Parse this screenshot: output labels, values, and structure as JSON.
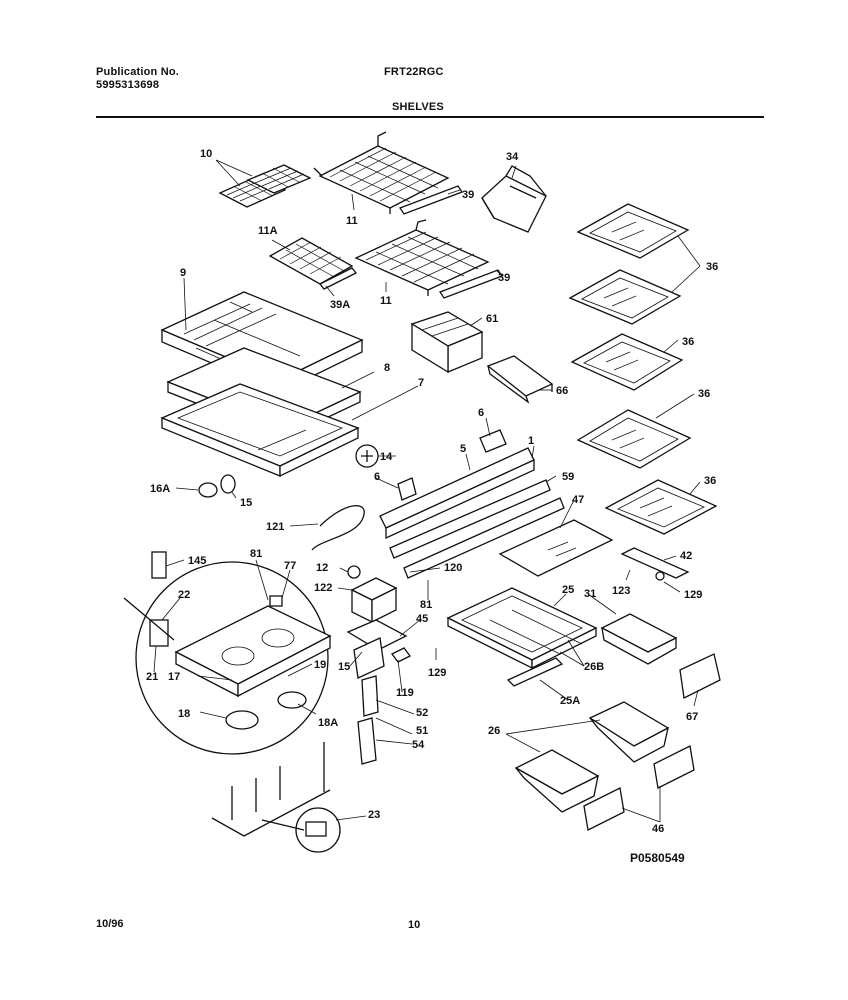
{
  "header": {
    "publication_label": "Publication No.",
    "publication_number": "5995313698",
    "model": "FRT22RGC",
    "section_title": "SHELVES"
  },
  "footer": {
    "date": "10/96",
    "page": "10",
    "diagram_code": "P0580549"
  },
  "callouts": {
    "c10": "10",
    "c11a": "11",
    "c34": "34",
    "c39a": "39",
    "c11A": "11A",
    "c11b": "11",
    "c39b": "39",
    "c36a": "36",
    "c9": "9",
    "c39A": "39A",
    "c61a": "61",
    "c8": "8",
    "c66": "66",
    "c36b": "36",
    "c7": "7",
    "c36c": "36",
    "c6a": "6",
    "c14": "14",
    "c5": "5",
    "c1": "1",
    "c59": "59",
    "c16A": "16A",
    "c15a": "15",
    "c6b": "6",
    "c36d": "36",
    "c47": "47",
    "c121": "121",
    "c42": "42",
    "c145": "145",
    "c81a": "81",
    "c77": "77",
    "c12": "12",
    "c120": "120",
    "c123": "123",
    "c129a": "129",
    "c122": "122",
    "c22": "22",
    "c81b": "81",
    "c25": "25",
    "c31": "31",
    "c45": "45",
    "c19": "19",
    "c15b": "15",
    "c129b": "129",
    "c26B": "26B",
    "c21": "21",
    "c17": "17",
    "c119": "119",
    "c25A": "25A",
    "c67": "67",
    "c52": "52",
    "c18": "18",
    "c18A": "18A",
    "c51": "51",
    "c26": "26",
    "c54": "54",
    "c23": "23",
    "c46": "46"
  }
}
